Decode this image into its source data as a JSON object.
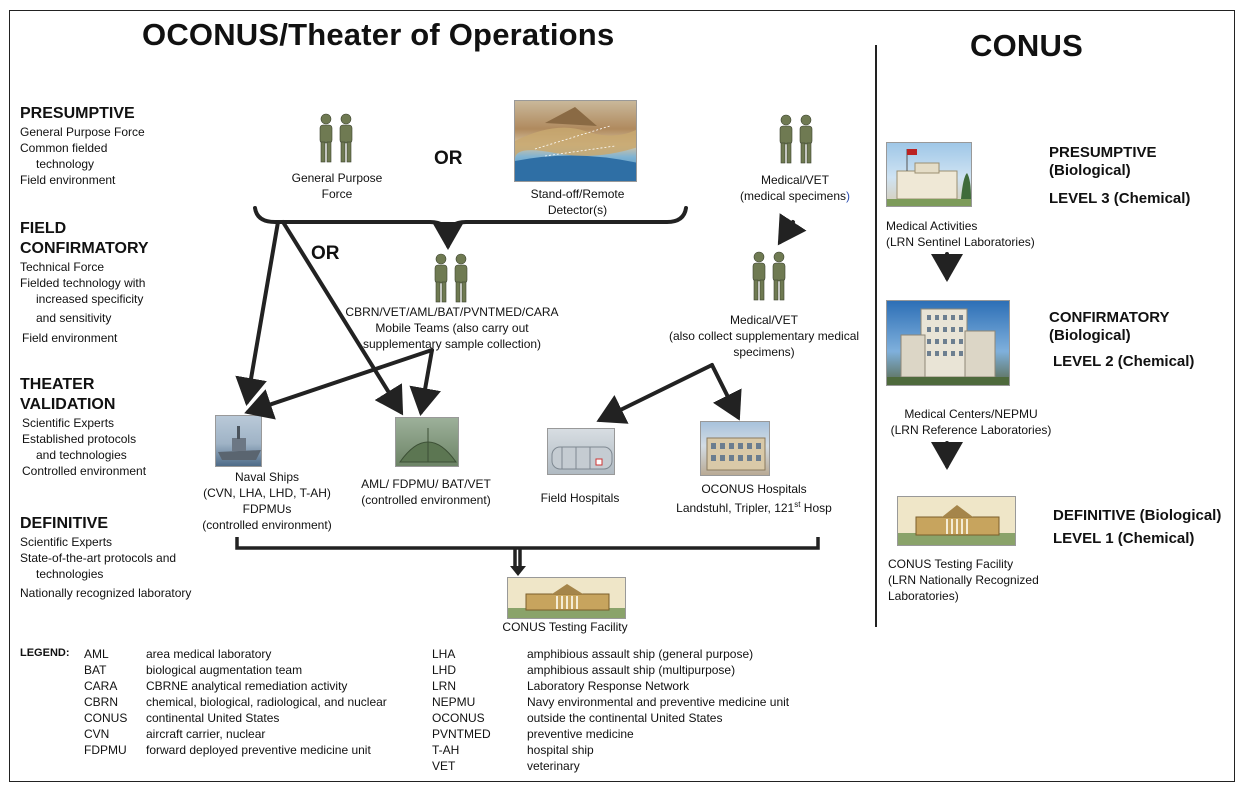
{
  "titles": {
    "oconus": "OCONUS/Theater of Operations",
    "conus": "CONUS"
  },
  "levels": {
    "presumptive": {
      "heading": "PRESUMPTIVE",
      "lines": [
        "General Purpose Force",
        "Common fielded",
        "technology",
        "Field environment"
      ]
    },
    "field_confirmatory": {
      "heading1": "FIELD",
      "heading2": "CONFIRMATORY",
      "lines": [
        "Technical Force",
        "Fielded technology with",
        "increased specificity",
        "and sensitivity",
        "Field environment"
      ]
    },
    "theater_validation": {
      "heading1": "THEATER",
      "heading2": "VALIDATION",
      "lines": [
        "Scientific Experts",
        "Established protocols",
        "and technologies",
        "Controlled environment"
      ]
    },
    "definitive": {
      "heading": "DEFINITIVE",
      "lines": [
        "Scientific Experts",
        "State-of-the-art protocols and",
        "technologies",
        "Nationally recognized laboratory"
      ]
    }
  },
  "nodes": {
    "gpf": [
      "General Purpose",
      "Force"
    ],
    "standoff": [
      "Stand-off/Remote",
      "Detector(s)"
    ],
    "medvet_top": [
      "Medical/VET",
      "(medical specimens"
    ],
    "medvet_top_paren": ")",
    "or1": "OR",
    "or2": "OR",
    "cbrn": [
      "CBRN/VET/AML/BAT/PVNTMED/CARA",
      "Mobile Teams (also carry out",
      "supplementary sample collection)"
    ],
    "medvet_mid": [
      "Medical/VET",
      "(also collect supplementary medical",
      "specimens)"
    ],
    "naval": [
      "Naval Ships",
      "(CVN, LHA, LHD, T-AH)",
      "FDPMUs",
      "(controlled environment)"
    ],
    "aml": [
      "AML/ FDPMU/ BAT/VET",
      "(controlled environment)"
    ],
    "field_hosp": "Field Hospitals",
    "oconus_hosp_1": "OCONUS Hospitals",
    "oconus_hosp_2a": "Landstuhl, Tripler, 121",
    "oconus_hosp_sup": "st",
    "oconus_hosp_2b": " Hosp",
    "conus_test": "CONUS Testing Facility"
  },
  "conus_column": {
    "presumptive_1": "PRESUMPTIVE",
    "presumptive_2": "(Biological)",
    "level3": "LEVEL 3 (Chemical)",
    "med_activities": [
      "Medical Activities",
      "(LRN Sentinel Laboratories)"
    ],
    "confirmatory_1": "CONFIRMATORY",
    "confirmatory_2": "(Biological)",
    "level2": "LEVEL 2 (Chemical)",
    "med_centers": [
      "Medical Centers/NEPMU",
      "(LRN Reference Laboratories)"
    ],
    "definitive": "DEFINITIVE (Biological)",
    "level1": "LEVEL 1 (Chemical)",
    "conus_facility": [
      "CONUS Testing Facility",
      "(LRN Nationally Recognized",
      "Laboratories)"
    ]
  },
  "legend": {
    "label": "LEGEND:",
    "left": [
      {
        "abbr": "AML",
        "def": "area medical laboratory"
      },
      {
        "abbr": "BAT",
        "def": "biological augmentation team"
      },
      {
        "abbr": "CARA",
        "def": "CBRNE analytical remediation activity"
      },
      {
        "abbr": "CBRN",
        "def": "chemical, biological, radiological, and nuclear"
      },
      {
        "abbr": "CONUS",
        "def": "continental United States"
      },
      {
        "abbr": "CVN",
        "def": "aircraft carrier, nuclear"
      },
      {
        "abbr": "FDPMU",
        "def": "forward deployed preventive medicine unit"
      }
    ],
    "right": [
      {
        "abbr": "LHA",
        "def": "amphibious assault ship (general purpose)"
      },
      {
        "abbr": "LHD",
        "def": "amphibious assault ship (multipurpose)"
      },
      {
        "abbr": "LRN",
        "def": "Laboratory Response Network"
      },
      {
        "abbr": "NEPMU",
        "def": "Navy environmental and preventive medicine unit"
      },
      {
        "abbr": "OCONUS",
        "def": "outside the continental United  States"
      },
      {
        "abbr": "PVNTMED",
        "def": "preventive medicine"
      },
      {
        "abbr": "T-AH",
        "def": "hospital ship"
      },
      {
        "abbr": "VET",
        "def": "veterinary"
      }
    ]
  },
  "colors": {
    "soldier": "#6f7a52",
    "arrow": "#222222",
    "link_blue": "#2a4db0"
  }
}
